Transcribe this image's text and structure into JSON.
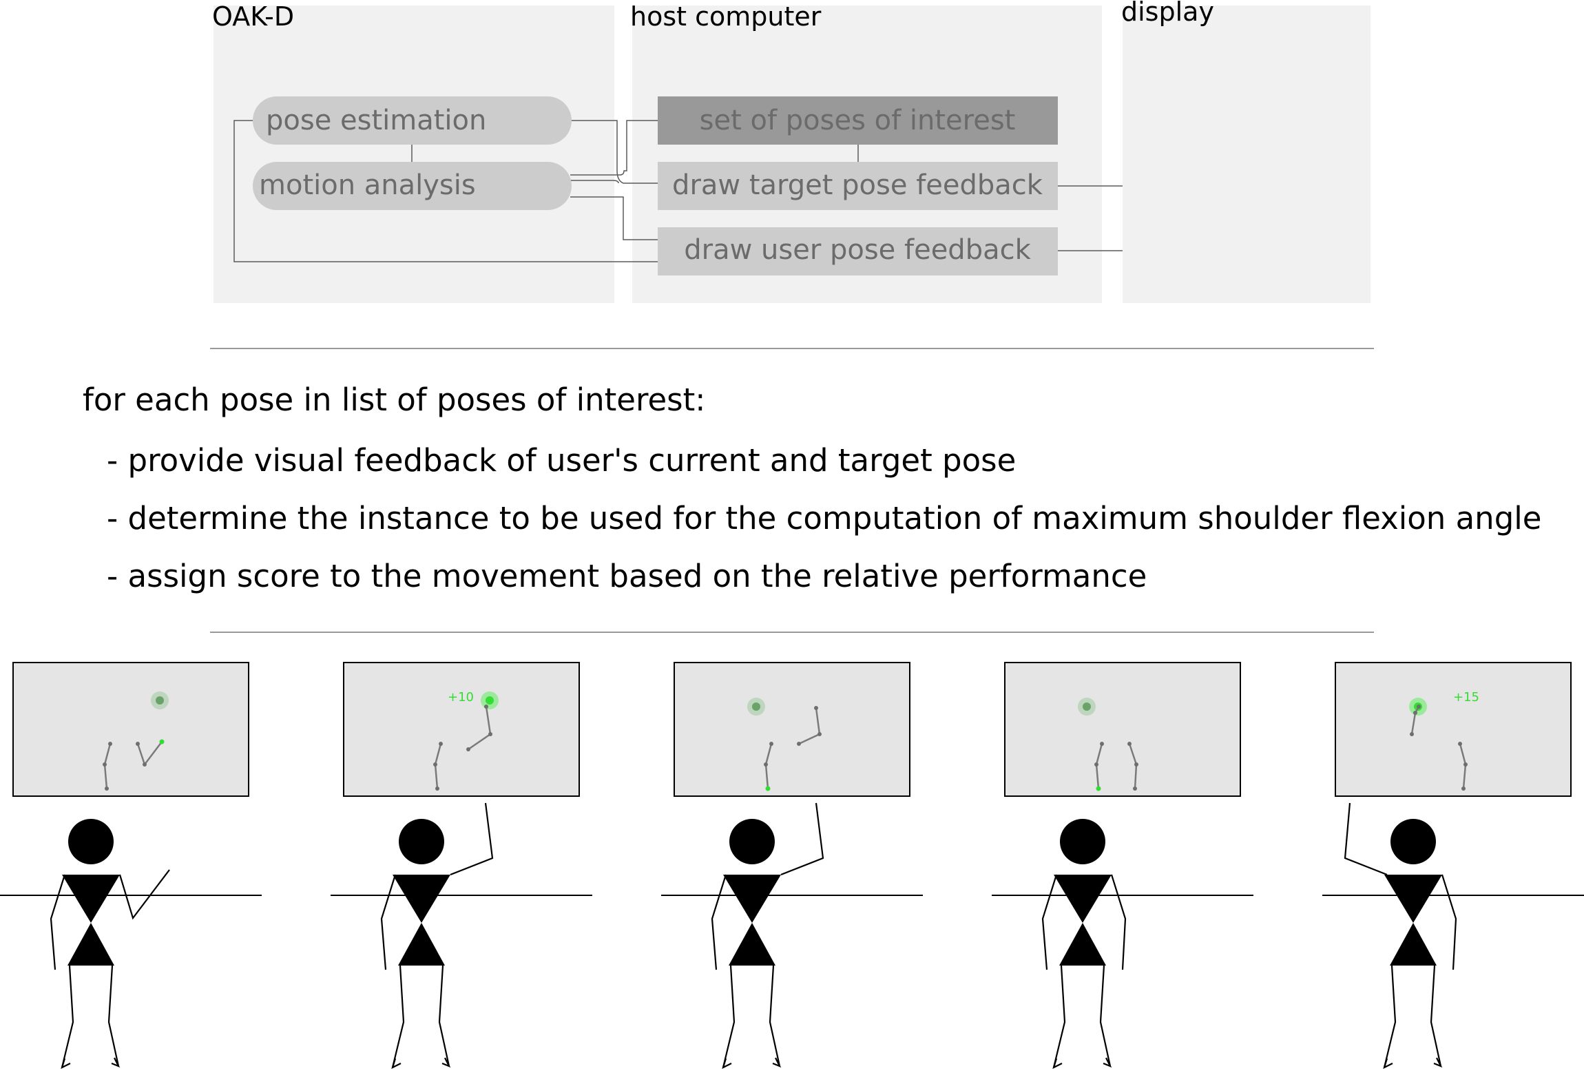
{
  "architecture": {
    "regions": [
      {
        "id": "oak",
        "title": "OAK-D"
      },
      {
        "id": "host",
        "title": "host computer"
      },
      {
        "id": "display",
        "title": "display"
      }
    ],
    "nodes": {
      "pose_estimation": "pose estimation",
      "motion_analysis": "motion analysis",
      "poses_of_interest": "set of poses of interest",
      "target_feedback": "draw target pose feedback",
      "user_feedback": "draw user pose feedback"
    },
    "colors": {
      "region_fill": "#f1f1f1",
      "node_fill": "#cccccc",
      "node_dark_fill": "#999999",
      "node_text": "#6b6b6b",
      "screen_fill": "#e5e5e5",
      "highlight": "#33dd33"
    }
  },
  "steps": {
    "header": "for each pose in list of poses of interest:",
    "items": [
      "- provide visual feedback of user's current and target pose",
      "- determine the instance to be used for the computation of maximum shoulder flexion angle",
      "- assign score to the movement based on the relative performance"
    ]
  },
  "frames": [
    {
      "state": "arm-reaching-forward",
      "score": ""
    },
    {
      "state": "right-arm-raised-target-hit",
      "score": "+10"
    },
    {
      "state": "right-arm-raised-new-target",
      "score": ""
    },
    {
      "state": "arms-down",
      "score": ""
    },
    {
      "state": "left-arm-raised-target-hit",
      "score": "+15"
    }
  ]
}
